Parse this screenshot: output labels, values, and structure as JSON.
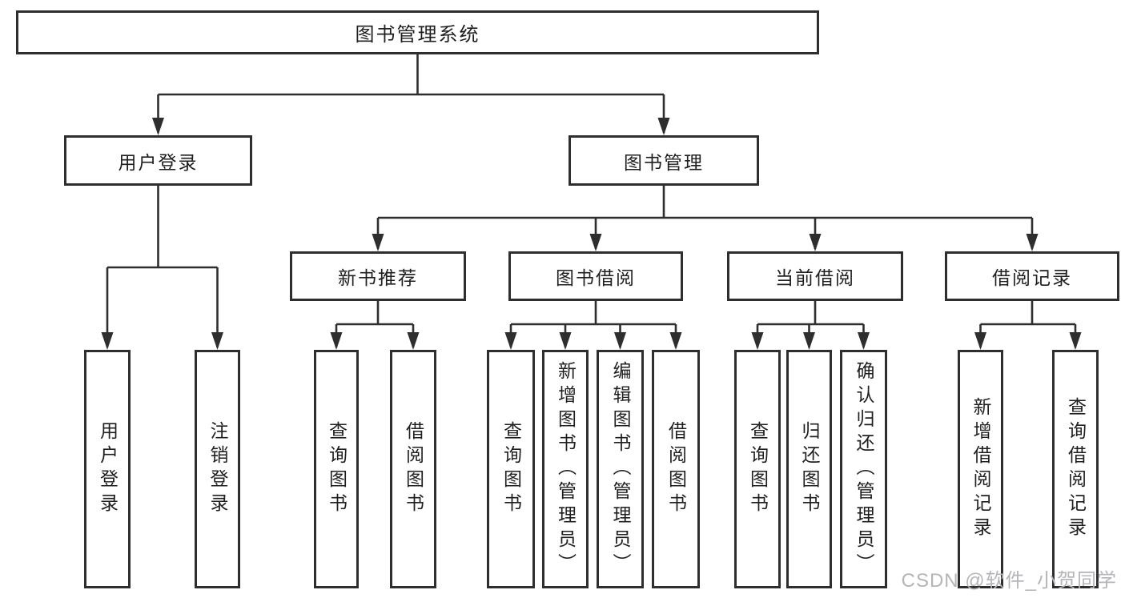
{
  "diagram": {
    "root": {
      "label": "图书管理系统"
    },
    "level2": {
      "user_login": {
        "label": "用户登录"
      },
      "book_mgmt": {
        "label": "图书管理"
      }
    },
    "level3": {
      "new_book_rec": {
        "label": "新书推荐"
      },
      "book_borrow": {
        "label": "图书借阅"
      },
      "current_borrow": {
        "label": "当前借阅"
      },
      "borrow_records": {
        "label": "借阅记录"
      }
    },
    "level4": {
      "user_login_children": {
        "login": {
          "label": "用户登录"
        },
        "logout": {
          "label": "注销登录"
        }
      },
      "new_book_rec_children": {
        "query_books": {
          "label": "查询图书"
        },
        "borrow_books": {
          "label": "借阅图书"
        }
      },
      "book_borrow_children": {
        "query_books": {
          "label": "查询图书"
        },
        "add_books_admin": {
          "label": "新增图书（管理员）"
        },
        "edit_books_admin": {
          "label": "编辑图书（管理员）"
        },
        "borrow_books": {
          "label": "借阅图书"
        }
      },
      "current_borrow_children": {
        "query_books": {
          "label": "查询图书"
        },
        "return_books": {
          "label": "归还图书"
        },
        "confirm_return_admin": {
          "label": "确认归还（管理员）"
        }
      },
      "borrow_records_children": {
        "add_record": {
          "label": "新增借阅记录"
        },
        "query_record": {
          "label": "查询借阅记录"
        }
      }
    }
  },
  "watermark": {
    "text": "CSDN @软件_小贺同学"
  },
  "colors": {
    "line": "#2e2e2e",
    "text": "#1f1f1f",
    "watermark_text": "#b4b4b9",
    "background": "#ffffff"
  }
}
